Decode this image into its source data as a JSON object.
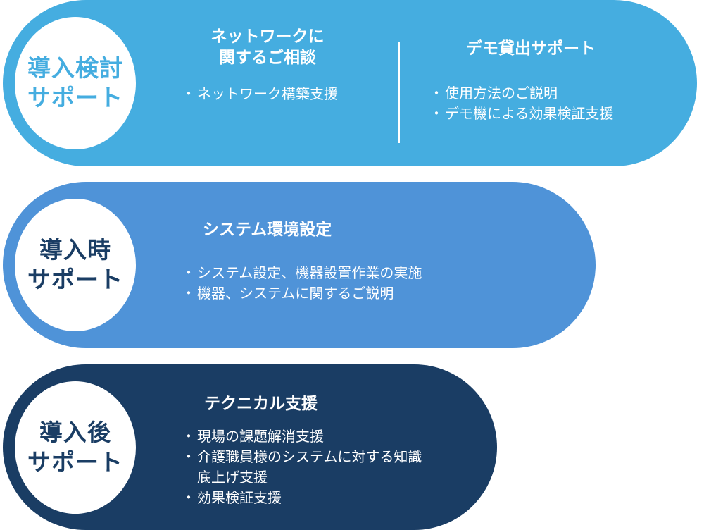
{
  "colors": {
    "band1": "#45ade0",
    "band2": "#4f93d8",
    "band3": "#1a3d64"
  },
  "stages": [
    {
      "circle": [
        "導入検討",
        "サポート"
      ],
      "columns": [
        {
          "title": [
            "ネットワークに",
            "関するご相談"
          ],
          "bullets": [
            "ネットワーク構築支援"
          ]
        },
        {
          "title": [
            "デモ貸出サポート"
          ],
          "bullets": [
            "使用方法のご説明",
            "デモ機による効果検証支援"
          ]
        }
      ]
    },
    {
      "circle": [
        "導入時",
        "サポート"
      ],
      "columns": [
        {
          "title": [
            "システム環境設定"
          ],
          "bullets": [
            "システム設定、機器設置作業の実施",
            "機器、システムに関するご説明"
          ]
        }
      ]
    },
    {
      "circle": [
        "導入後",
        "サポート"
      ],
      "columns": [
        {
          "title": [
            "テクニカル支援"
          ],
          "bullets": [
            "現場の課題解消支援",
            "介護職員様のシステムに対する知識",
            "底上げ支援",
            "効果検証支援"
          ]
        }
      ]
    }
  ]
}
